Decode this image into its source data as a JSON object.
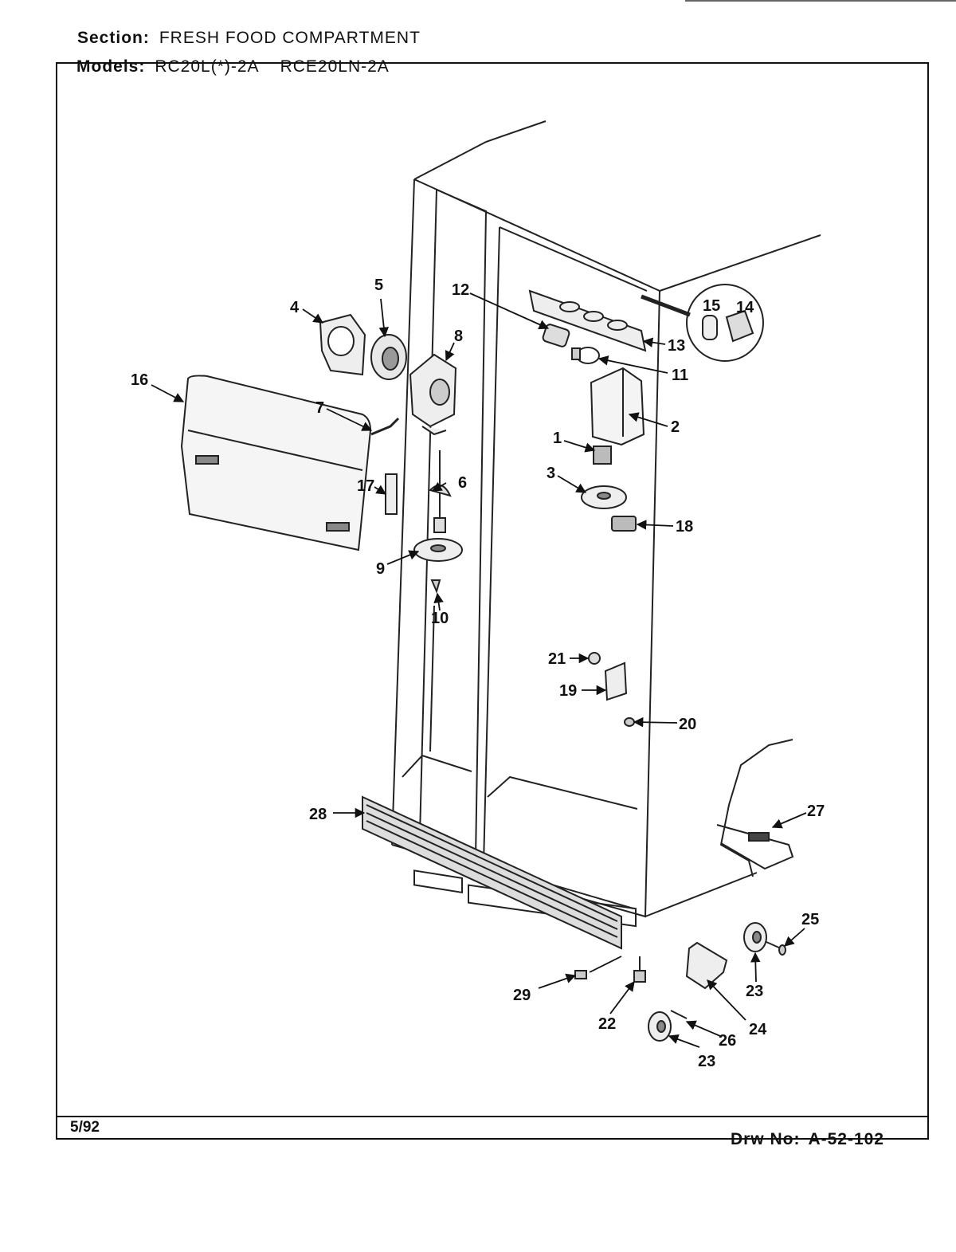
{
  "header": {
    "section_label": "Section:",
    "section_value": "FRESH FOOD COMPARTMENT",
    "models_label": "Models:",
    "model_1": "RC20L(*)-2A",
    "model_2": "RCE20LN-2A"
  },
  "footer": {
    "date": "5/92",
    "drawing_label": "Drw No:",
    "drawing_number": "A-52-102"
  },
  "callouts": [
    "1",
    "2",
    "3",
    "4",
    "5",
    "6",
    "7",
    "8",
    "9",
    "10",
    "11",
    "12",
    "13",
    "14",
    "15",
    "16",
    "17",
    "18",
    "19",
    "20",
    "21",
    "22",
    "23",
    "23",
    "24",
    "25",
    "26",
    "27",
    "28",
    "29"
  ]
}
